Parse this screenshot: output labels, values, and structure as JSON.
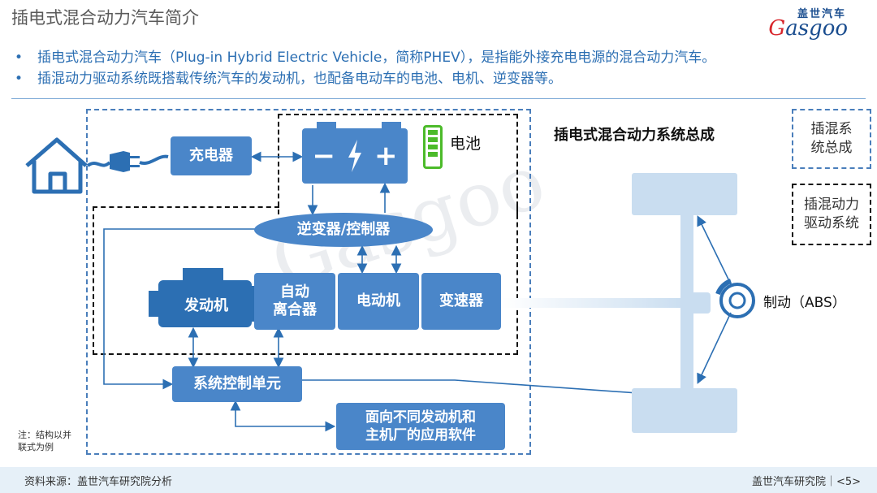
{
  "header": {
    "title": "插电式混合动力汽车简介",
    "logo_cn": "盖世汽车",
    "logo_en_g": "G",
    "logo_en_rest": "asgoo"
  },
  "bullets": [
    "插电式混合动力汽车（Plug-in Hybrid Electric Vehicle，简称PHEV），是指能外接充电电源的混合动力汽车。",
    "插混动力驱动系统既搭载传统汽车的发动机，也配备电动车的电池、电机、逆变器等。"
  ],
  "diagram": {
    "section_title": "插电式混合动力系统总成",
    "charger": "充电器",
    "battery_minus": "−",
    "battery_plus": "+",
    "battery_label": "电池",
    "inverter": "逆变器/控制器",
    "engine": "发动机",
    "clutch": "自动\n离合器",
    "motor": "电动机",
    "gearbox": "变速器",
    "ecu": "系统控制单元",
    "software": "面向不同发动机和\n主机厂的应用软件",
    "brake": "制动（ABS）"
  },
  "legend": {
    "blue_dashed": "插混系\n统总成",
    "black_dashed": "插混动力\n驱动系统"
  },
  "note": "注：结构以并联式为例",
  "footer": {
    "source": "资料来源：盖世汽车研究院分析",
    "right": "盖世汽车研究院｜<5>"
  },
  "colors": {
    "block_blue": "#4a86c9",
    "accent_blue": "#2c6fb3",
    "battery_green": "#4cbb2a"
  }
}
